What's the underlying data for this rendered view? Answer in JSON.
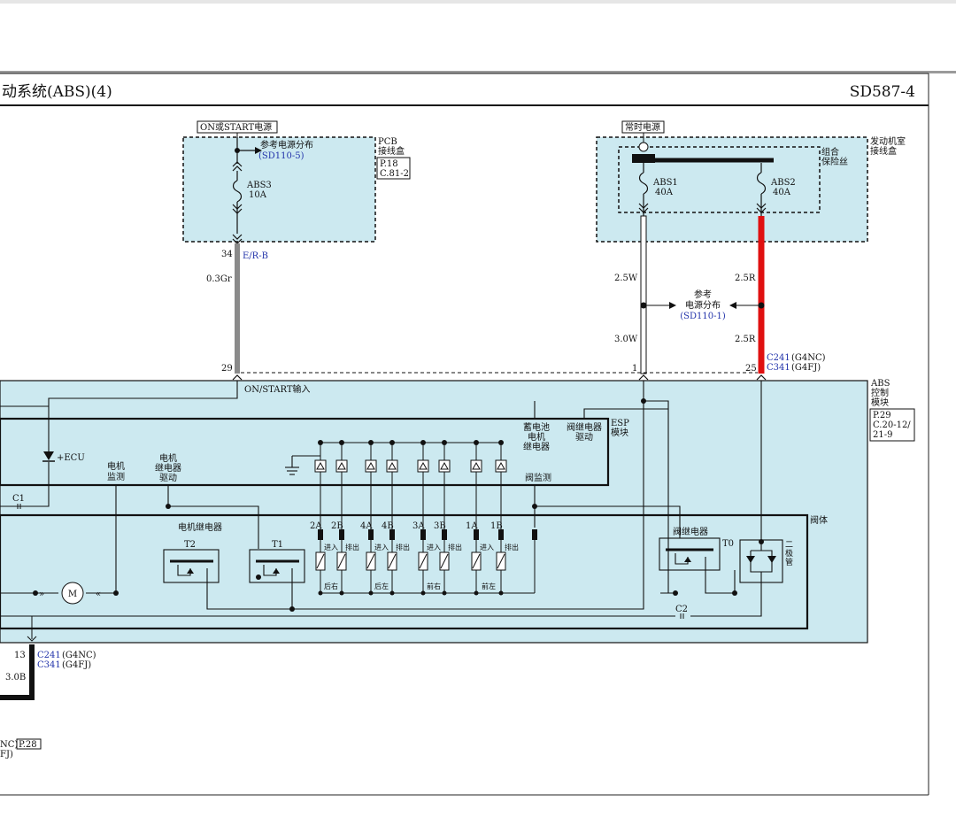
{
  "header": {
    "title": "动系统(ABS)(4)",
    "code": "SD587-4"
  },
  "power_sources": {
    "left": "ON或START电源",
    "right": "常时电源"
  },
  "pcb_box": {
    "title_line1": "PCB",
    "title_line2": "接线盒",
    "ref_line1": "P.18",
    "ref_line2": "C.81-2",
    "ref_dist": "参考电源分布",
    "ref_dist_code": "(SD110-5)",
    "fuse_name": "ABS3",
    "fuse_rating": "10A"
  },
  "engine_box": {
    "title_line1": "发动机室",
    "title_line2": "接线盒",
    "combo_line1": "组合",
    "combo_line2": "保险丝",
    "fuse1_name": "ABS1",
    "fuse1_rating": "40A",
    "fuse2_name": "ABS2",
    "fuse2_rating": "40A"
  },
  "wires": {
    "pin34": "34",
    "er_b": "E/R-B",
    "w_03gr": "0.3Gr",
    "pin29": "29",
    "w_25w": "2.5W",
    "w_30w": "3.0W",
    "w_25r_a": "2.5R",
    "w_25r_b": "2.5R",
    "pin1": "1",
    "pin25": "25",
    "pin13": "13",
    "w_30b": "3.0B"
  },
  "ref_dist_mid": {
    "line1": "参考",
    "line2": "电源分布",
    "code": "(SD110-1)"
  },
  "connectors": {
    "c241": "C241",
    "g4nc": "(G4NC)",
    "c341": "C341",
    "g4fj": "(G4FJ)",
    "partial_a": "NC)",
    "partial_b": "FJ)",
    "p28": "P.28"
  },
  "abs_module": {
    "line1": "ABS",
    "line2": "控制",
    "line3": "模块",
    "ref1": "P.29",
    "ref2": "C.20-12/",
    "ref3": "21-9"
  },
  "labels": {
    "on_start_input": "ON/START输入",
    "ecu": "+ECU",
    "c1": "C1",
    "c2": "C2",
    "motor_monitor_1": "电机",
    "motor_monitor_2": "监测",
    "motor_relay_drive_1": "电机",
    "motor_relay_drive_2": "继电器",
    "motor_relay_drive_3": "驱动",
    "battery_1": "蓄电池",
    "battery_2": "电机",
    "battery_3": "继电器",
    "valve_relay_drive_1": "阀继电器",
    "valve_relay_drive_2": "驱动",
    "esp_1": "ESP",
    "esp_2": "模块",
    "valve_monitor": "阀监测",
    "valve_body": "阀体",
    "motor_relay": "电机继电器",
    "t2": "T2",
    "t1": "T1",
    "t0": "T0",
    "valve_relay": "阀继电器",
    "diode_1": "二",
    "diode_2": "极",
    "diode_3": "管",
    "motor_symbol": "M"
  },
  "valves": {
    "pins": [
      "2A",
      "2B",
      "4A",
      "4B",
      "3A",
      "3B",
      "1A",
      "1B"
    ],
    "in_label": "进入",
    "out_label": "排出",
    "groups": [
      "后右",
      "后左",
      "前右",
      "前左"
    ]
  }
}
